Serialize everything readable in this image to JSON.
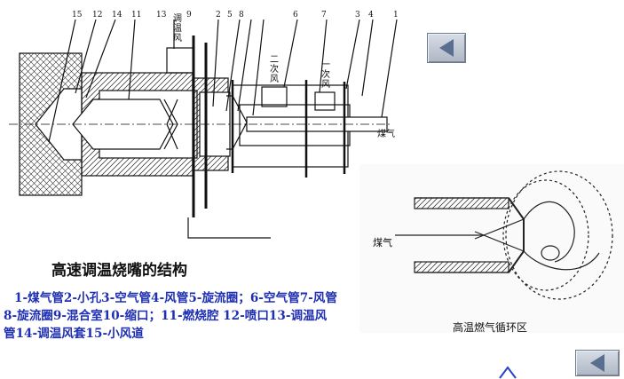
{
  "title": "高速调温烧嘴的结构",
  "legend": {
    "line1": "1-煤气管2-小孔3-空气管4-风管5-旋流圈；6-空气管7-风管",
    "line2": "8-旋流圈9-混合室10-缩口；11-燃烧腔 12-喷口13-调温风",
    "line3": "管14-调温风套15-小风道"
  },
  "left_diagram": {
    "part_numbers": [
      "15",
      "12",
      "14",
      "11",
      "13",
      "9",
      "2",
      "5",
      "8",
      "6",
      "7",
      "3",
      "4",
      "1"
    ],
    "tempering_air": "调温风",
    "secondary_air": "二次风",
    "primary_air": "一次风",
    "gas_label": "煤气"
  },
  "right_diagram": {
    "gas_label": "煤气",
    "caption": "高温燃气循环区"
  },
  "nav": {
    "top_icon": "triangle-left-icon",
    "bottom_icon": "triangle-left-icon"
  },
  "colors": {
    "legend_text": "#1f2fb4",
    "nav_triangle": "#5a6f8f"
  }
}
